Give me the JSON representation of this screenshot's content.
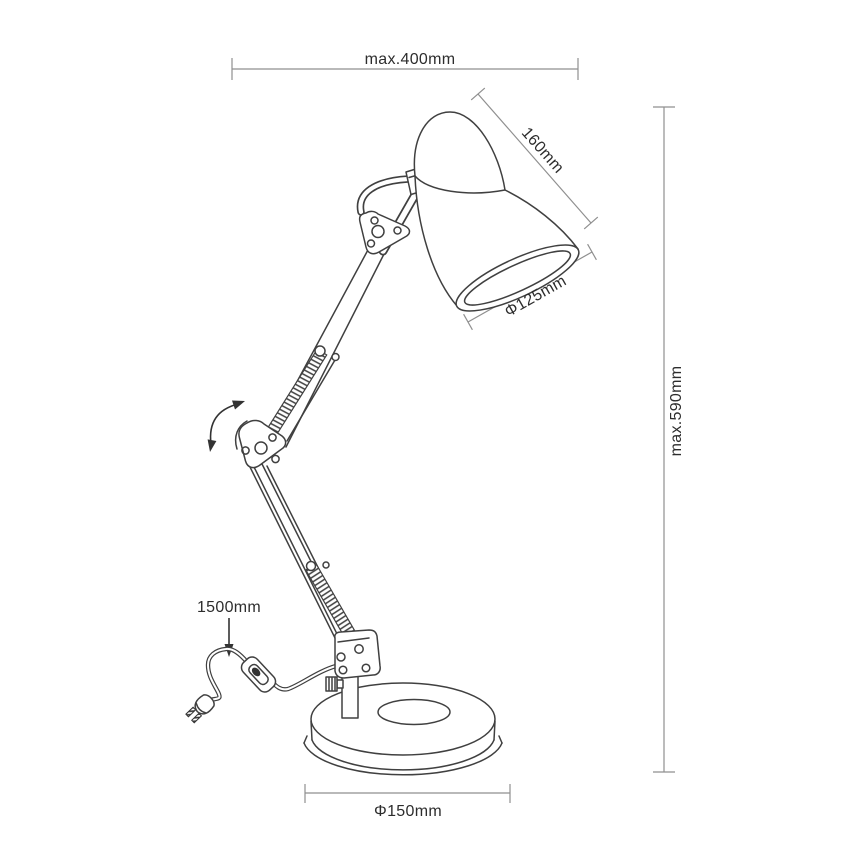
{
  "figure": {
    "subject": "Adjustable swing-arm desk lamp - dimensioned technical line drawing",
    "background_color": "#ffffff",
    "line_color": "#404040",
    "dimension_line_color": "#8f8f8f",
    "text_color": "#2d2d2d"
  },
  "dimension_labels": {
    "max_width": "max.400mm",
    "max_height": "max.590mm",
    "shade_length": "160mm",
    "shade_opening_diameter": "Φ125mm",
    "cord_length": "1500mm",
    "base_diameter": "Φ150mm"
  }
}
